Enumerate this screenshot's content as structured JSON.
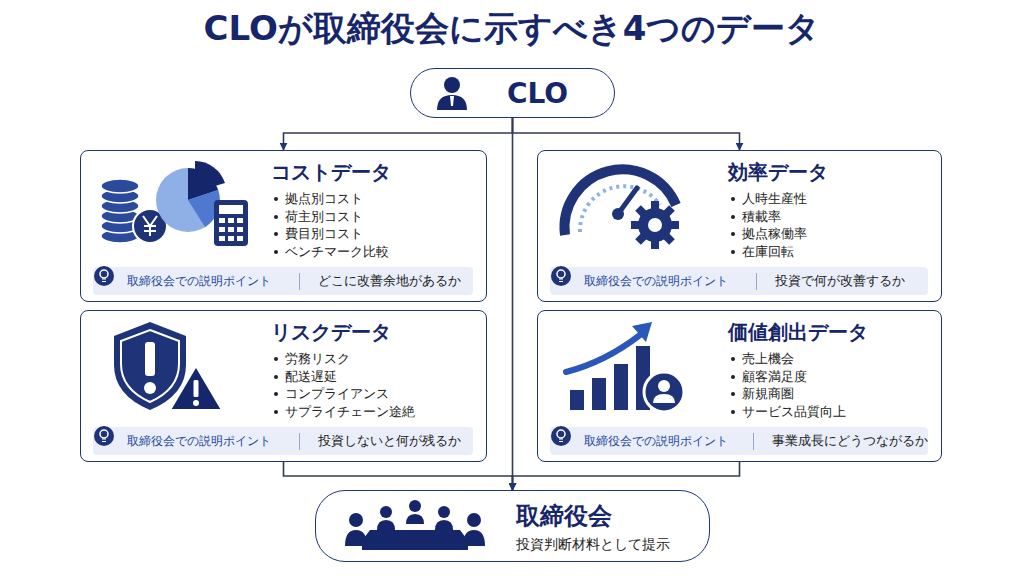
{
  "diagram": {
    "title": "CLOが取締役会に示すべき4つのデータ",
    "nodes": [
      {
        "text": [
          "CLO"
        ]
      },
      {
        "text": [
          "コストデータ",
          "拠点別コスト",
          "荷主別コスト",
          "費目別コスト",
          "ベンチマーク比較"
        ]
      },
      {
        "text": [
          "取締役会での説明ポイント",
          "どこに改善余地があるか"
        ],
        "in": 1
      },
      {
        "text": [
          "効率データ",
          "人時生産性",
          "積載率",
          "拠点稼働率",
          "在庫回転"
        ]
      },
      {
        "text": [
          "取締役会での説明ポイント",
          "投資で何が改善するか"
        ],
        "in": 3
      },
      {
        "text": [
          "リスクデータ",
          "労務リスク",
          "配送遅延",
          "コンプライアンス",
          "サプライチェーン途絶"
        ]
      },
      {
        "text": [
          "取締役会での説明ポイント",
          "投資しないと何が残るか"
        ],
        "in": 5
      },
      {
        "text": [
          "価値創出データ",
          "売上機会",
          "顧客満足度",
          "新規商圏",
          "サービス品質向上"
        ]
      },
      {
        "text": [
          "取締役会での説明ポイント",
          "事業成長にどうつながるか"
        ],
        "in": 7
      },
      {
        "text": [
          "取締役会",
          "投資判断材料として提示"
        ]
      }
    ],
    "edges": [
      {
        "from": 0,
        "to": 1,
        "arrow": "to"
      },
      {
        "from": 0,
        "to": 3,
        "arrow": "to"
      },
      {
        "from": 0,
        "to": 9,
        "arrow": "to"
      },
      {
        "from": 5,
        "to": 9,
        "arrow": "to"
      },
      {
        "from": 7,
        "to": 9,
        "arrow": "to"
      }
    ]
  }
}
